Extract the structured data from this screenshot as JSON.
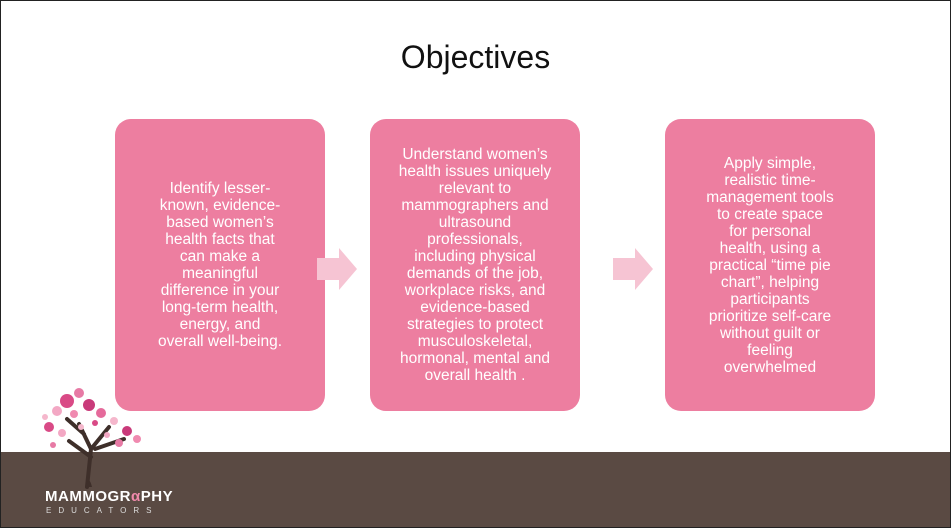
{
  "slide": {
    "title": "Objectives",
    "boxes": [
      "Identify lesser-\nknown, evidence-\nbased women’s\nhealth facts that\ncan make a\nmeaningful\ndifference in your\nlong-term health,\nenergy, and\noverall well-being.",
      "Understand women’s\nhealth issues uniquely\nrelevant to\nmammographers and\nultrasound\nprofessionals,\nincluding physical\ndemands of the job,\nworkplace risks, and\nevidence-based\nstrategies to protect\nmusculoskeletal,\nhormonal, mental and\noverall health .",
      "Apply simple,\nrealistic time-\nmanagement tools\nto create space\nfor personal\nhealth, using a\npractical  “time pie\nchart”, helping\nparticipants\nprioritize self-care\nwithout guilt or\nfeeling\noverwhelmed"
    ]
  },
  "logo": {
    "name_part1": "MAMMOGR",
    "name_ribbon": "α",
    "name_part2": "PHY",
    "subtitle": "EDUCATORS"
  },
  "colors": {
    "box": "#ed7ea0",
    "arrow": "#f6c4d3",
    "footer": "#5a4a43"
  }
}
